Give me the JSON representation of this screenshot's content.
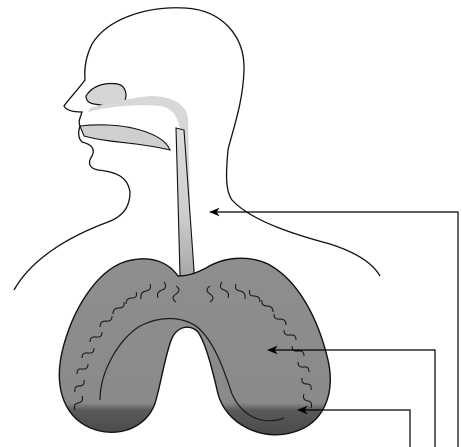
{
  "diagram": {
    "subject": "respiratory-system",
    "colors": {
      "outline": "#111111",
      "airway_light": "#d9d9d9",
      "airway_mid": "#b3b3b3",
      "lung_top": "#8c8c8c",
      "lung_bottom": "#4a4a4a",
      "pointer": "#000000"
    },
    "pointers": [
      {
        "target": "trachea"
      },
      {
        "target": "lung-interior"
      },
      {
        "target": "alveoli-wall"
      }
    ]
  }
}
